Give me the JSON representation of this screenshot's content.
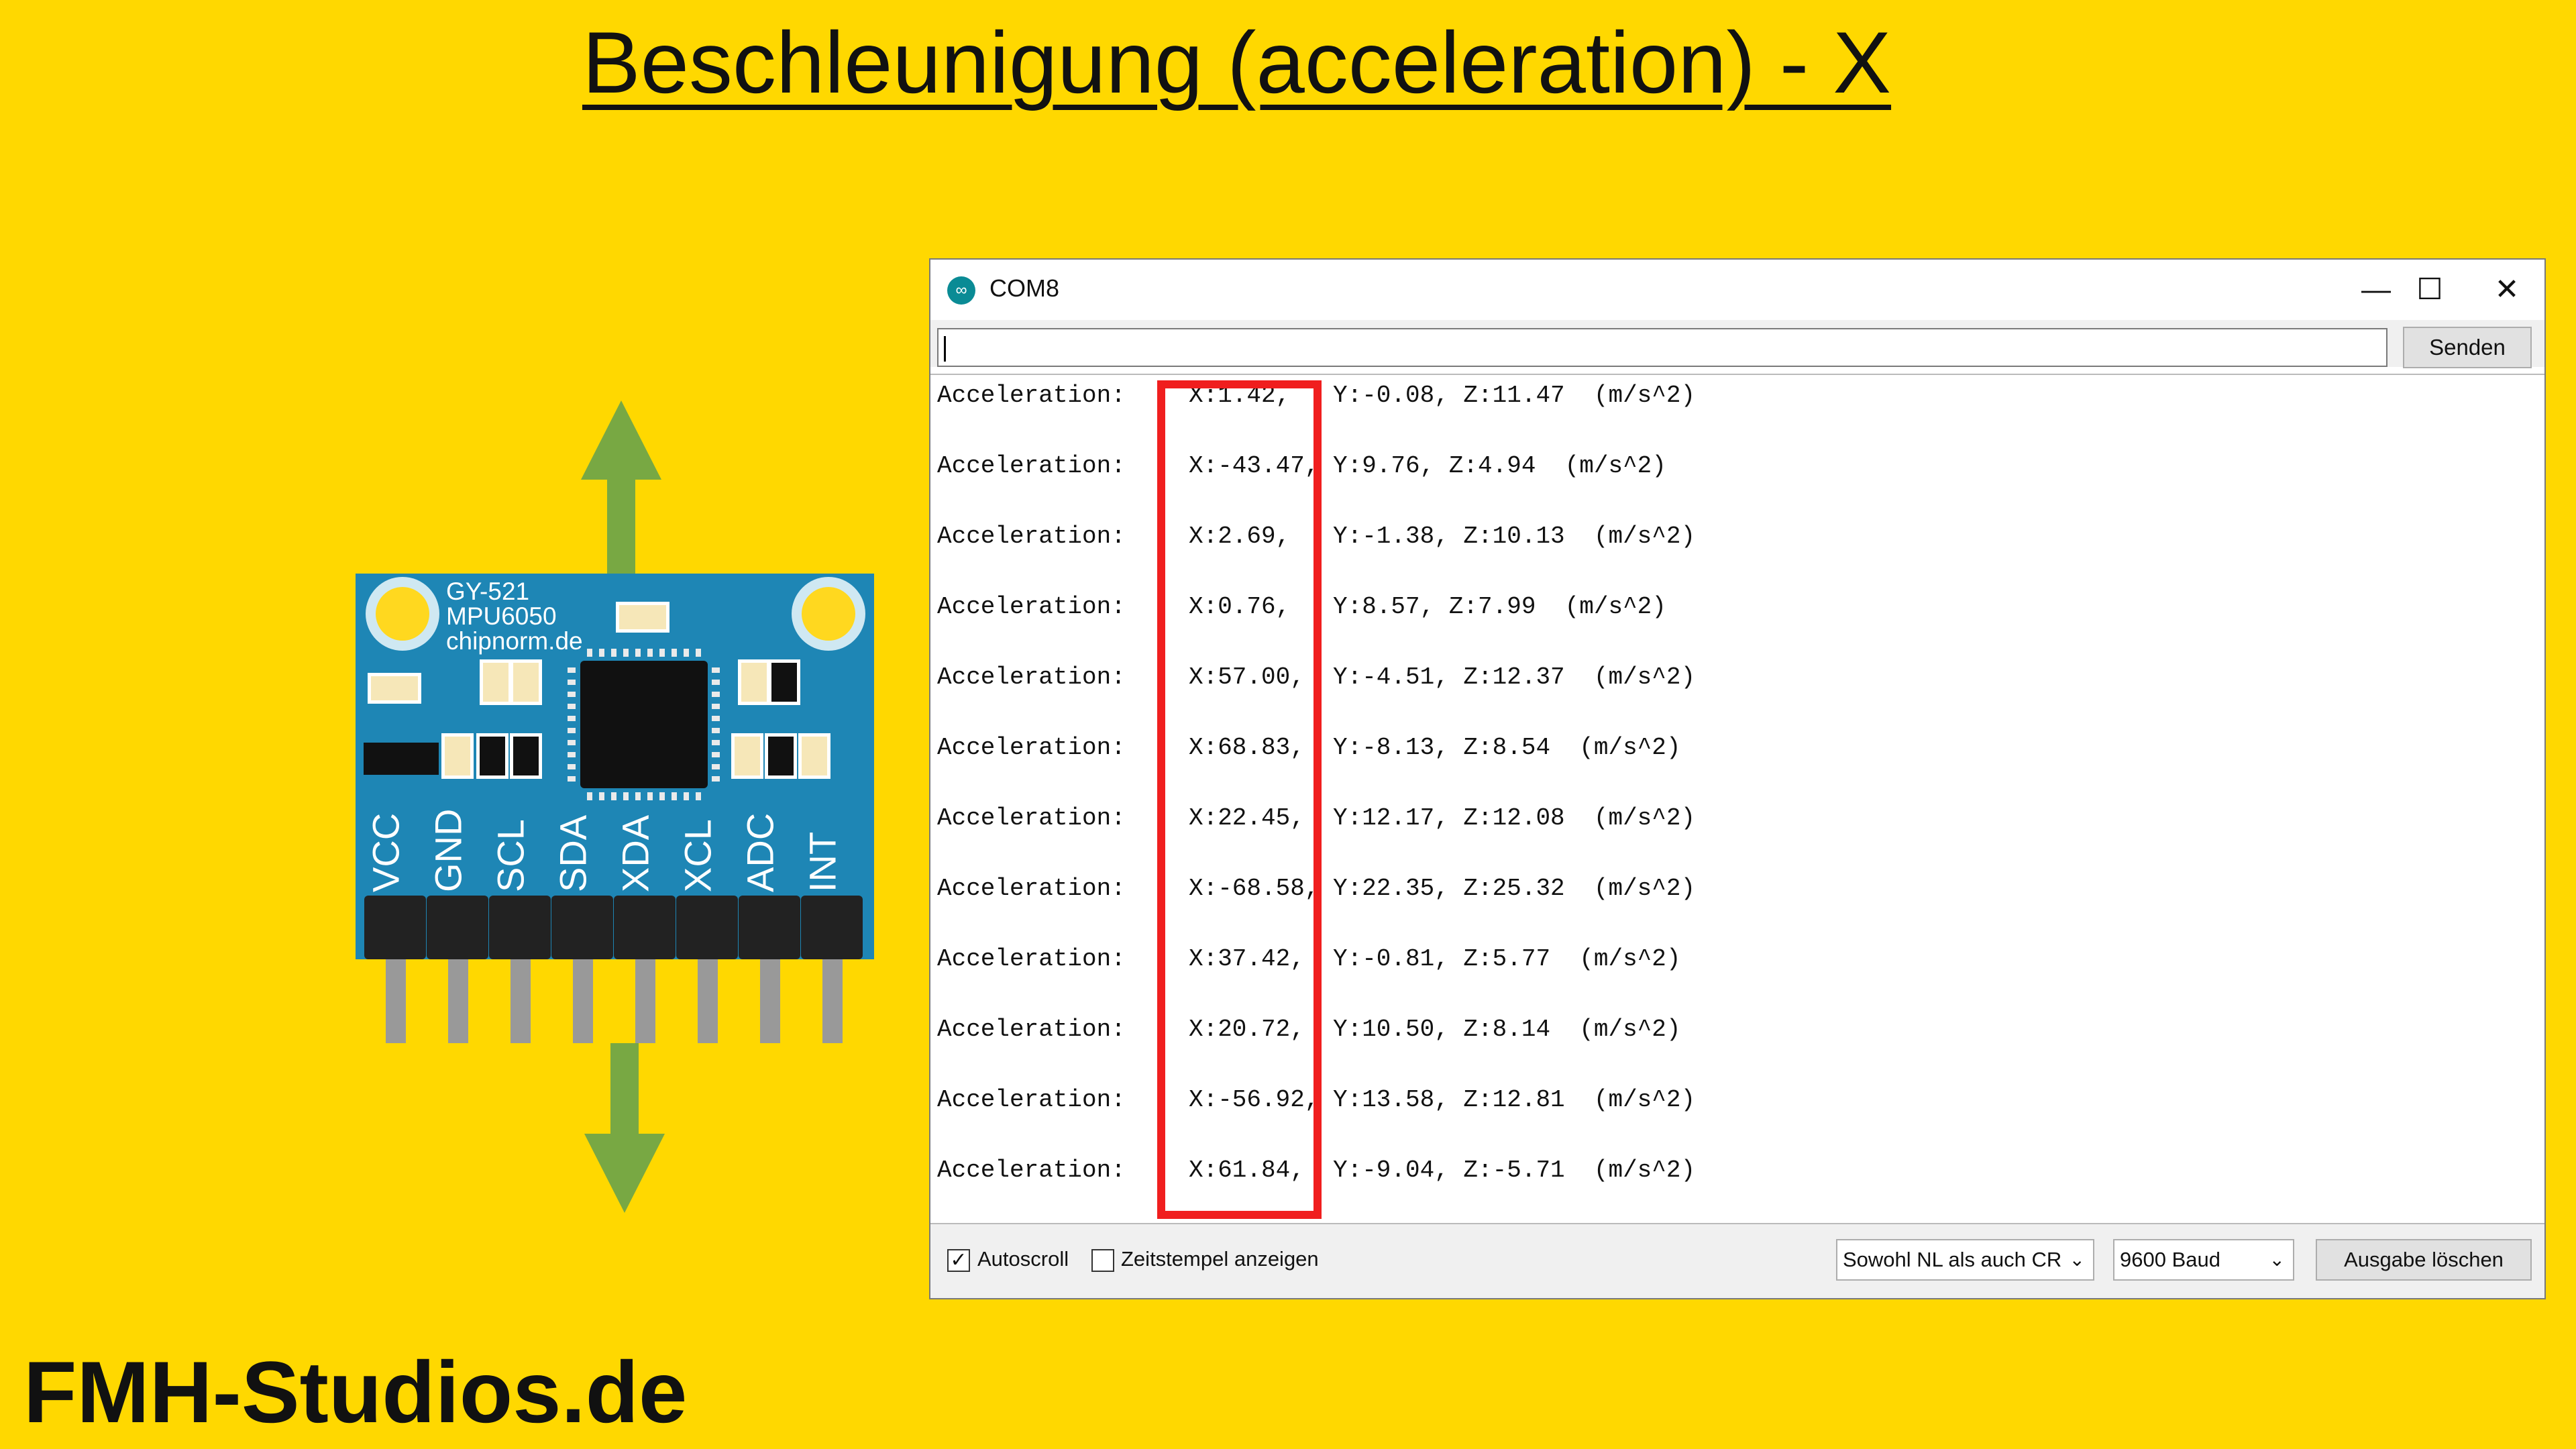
{
  "title": "Beschleunigung (acceleration) - X",
  "brand": "FMH-Studios.de",
  "board": {
    "model": "GY-521",
    "chip": "MPU6050",
    "site": "chipnorm.de",
    "pins": [
      "VCC",
      "GND",
      "SCL",
      "SDA",
      "XDA",
      "XCL",
      "ADC",
      "INT"
    ]
  },
  "window": {
    "title": "COM8",
    "minimize": "—",
    "maximize": "☐",
    "close": "✕",
    "input_value": "",
    "send_label": "Senden",
    "lines": [
      {
        "label": "Acceleration:",
        "x": "X:1.42,",
        "rest": "Y:-0.08, Z:11.47  (m/s^2)"
      },
      {
        "label": "Acceleration:",
        "x": "X:-43.47,",
        "rest": "Y:9.76, Z:4.94  (m/s^2)"
      },
      {
        "label": "Acceleration:",
        "x": "X:2.69,",
        "rest": "Y:-1.38, Z:10.13  (m/s^2)"
      },
      {
        "label": "Acceleration:",
        "x": "X:0.76,",
        "rest": "Y:8.57, Z:7.99  (m/s^2)"
      },
      {
        "label": "Acceleration:",
        "x": "X:57.00,",
        "rest": "Y:-4.51, Z:12.37  (m/s^2)"
      },
      {
        "label": "Acceleration:",
        "x": "X:68.83,",
        "rest": "Y:-8.13, Z:8.54  (m/s^2)"
      },
      {
        "label": "Acceleration:",
        "x": "X:22.45,",
        "rest": "Y:12.17, Z:12.08  (m/s^2)"
      },
      {
        "label": "Acceleration:",
        "x": "X:-68.58,",
        "rest": "Y:22.35, Z:25.32  (m/s^2)"
      },
      {
        "label": "Acceleration:",
        "x": "X:37.42,",
        "rest": "Y:-0.81, Z:5.77  (m/s^2)"
      },
      {
        "label": "Acceleration:",
        "x": "X:20.72,",
        "rest": "Y:10.50, Z:8.14  (m/s^2)"
      },
      {
        "label": "Acceleration:",
        "x": "X:-56.92,",
        "rest": "Y:13.58, Z:12.81  (m/s^2)"
      },
      {
        "label": "Acceleration:",
        "x": "X:61.84,",
        "rest": "Y:-9.04, Z:-5.71  (m/s^2)"
      }
    ],
    "autoscroll_label": "Autoscroll",
    "autoscroll_checked": true,
    "timestamp_label": "Zeitstempel anzeigen",
    "timestamp_checked": false,
    "line_ending": "Sowohl NL als auch CR",
    "baud": "9600 Baud",
    "clear_label": "Ausgabe löschen"
  },
  "colors": {
    "background": "#FFD800",
    "arrow": "#78A843",
    "board": "#1E86B5",
    "highlight": "#F01E1E"
  }
}
